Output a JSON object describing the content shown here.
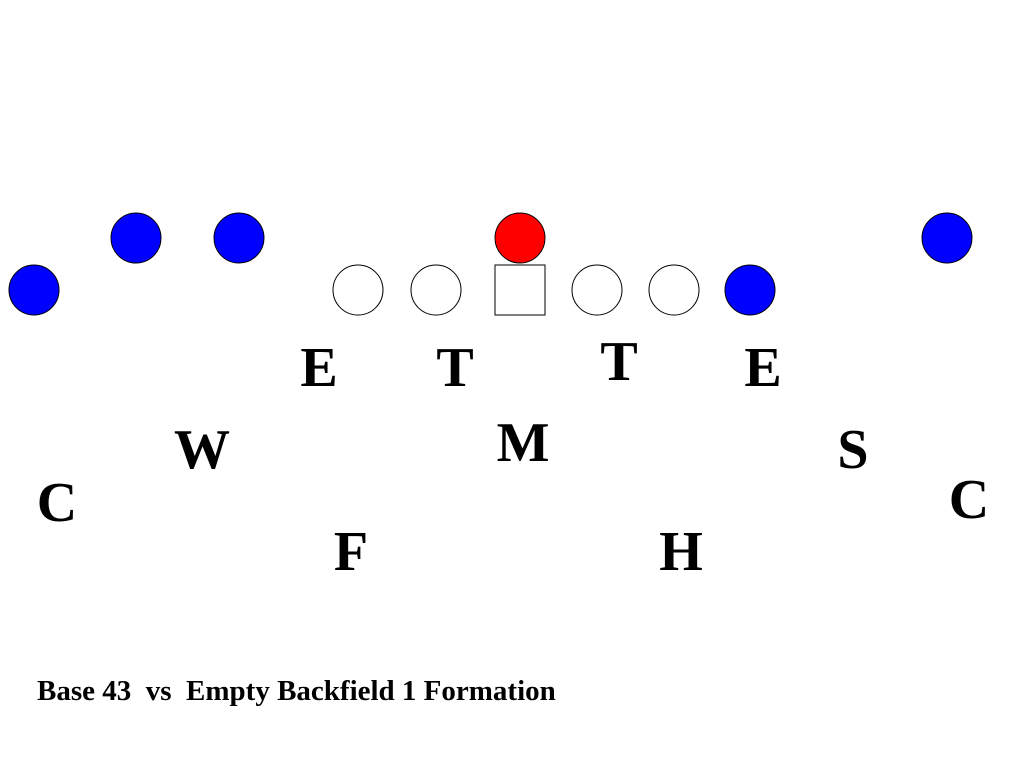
{
  "colors": {
    "receiver": "#0000ff",
    "quarterback": "#ff0000",
    "lineman_fill": "#ffffff",
    "outline": "#000000",
    "text": "#000000"
  },
  "offense": {
    "receivers": [
      "receiver",
      "receiver",
      "receiver",
      "receiver",
      "receiver"
    ],
    "quarterback": "quarterback",
    "linemen": [
      "tackle",
      "guard",
      "center",
      "guard",
      "tackle"
    ]
  },
  "defense": {
    "left_end": "E",
    "left_tackle": "T",
    "right_tackle": "T",
    "right_end": "E",
    "weak_linebacker": "W",
    "middle_linebacker": "M",
    "strong_linebacker": "S",
    "left_corner": "C",
    "right_corner": "C",
    "free_safety": "F",
    "strong_safety": "H"
  },
  "caption": "Base 43  vs  Empty Backfield 1 Formation"
}
